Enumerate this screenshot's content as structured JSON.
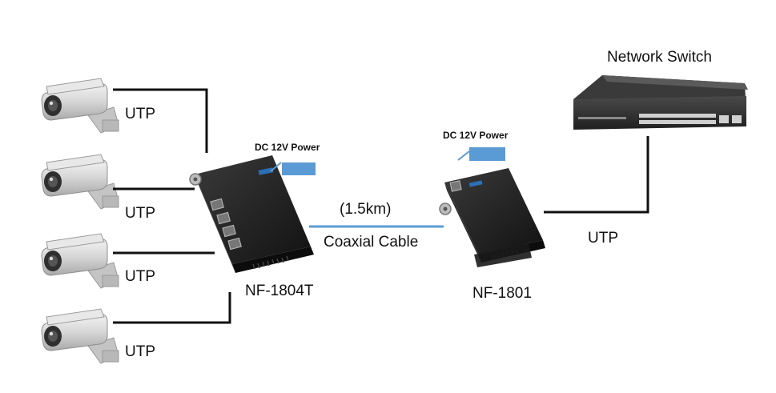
{
  "labels": {
    "utp_cam1": "UTP",
    "utp_cam2": "UTP",
    "utp_cam3": "UTP",
    "utp_cam4": "UTP",
    "utp_switch": "UTP",
    "power_transmitter": "DC 12V Power",
    "power_receiver": "DC 12V Power",
    "distance": "(1.5km)",
    "cable": "Coaxial Cable",
    "transmitter_model": "NF-1804T",
    "receiver_model": "NF-1801",
    "switch": "Network Switch"
  },
  "colors": {
    "wire": "#111111",
    "coax": "#5b9bd5",
    "power_plug": "#5b9bd5",
    "device_body": "#1c1c1c",
    "camera_body": "#d9d9d9"
  },
  "icons": [
    "bullet-camera-icon",
    "ethernet-extender-icon",
    "network-switch-icon"
  ]
}
